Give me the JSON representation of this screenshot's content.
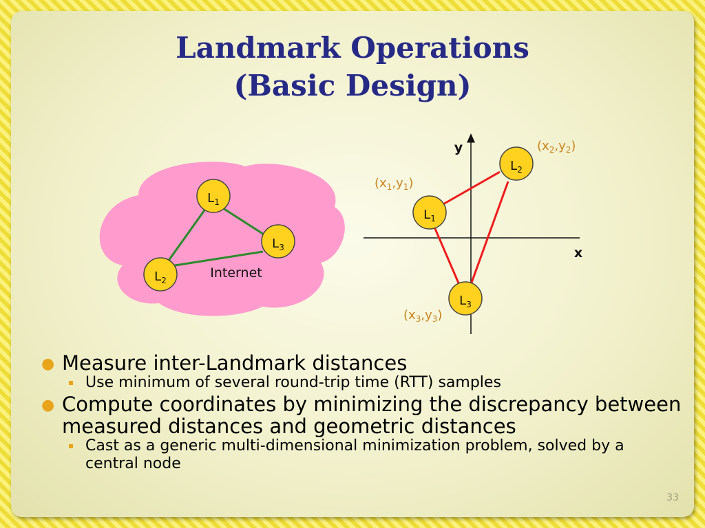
{
  "title": {
    "line1": "Landmark Operations",
    "line2": "(Basic Design)"
  },
  "internet_graph": {
    "cloud_label": "Internet",
    "nodes": [
      {
        "id": "L1",
        "base": "L",
        "sub": "1"
      },
      {
        "id": "L2",
        "base": "L",
        "sub": "2"
      },
      {
        "id": "L3",
        "base": "L",
        "sub": "3"
      }
    ],
    "edges": [
      [
        "L1",
        "L2"
      ],
      [
        "L1",
        "L3"
      ],
      [
        "L2",
        "L3"
      ]
    ]
  },
  "coordinate_plot": {
    "x_axis_label": "x",
    "y_axis_label": "y",
    "nodes": [
      {
        "id": "L1",
        "base": "L",
        "sub": "1",
        "coord_label": {
          "x": "x",
          "xsub": "1",
          "y": "y",
          "ysub": "1"
        }
      },
      {
        "id": "L2",
        "base": "L",
        "sub": "2",
        "coord_label": {
          "x": "x",
          "xsub": "2",
          "y": "y",
          "ysub": "2"
        }
      },
      {
        "id": "L3",
        "base": "L",
        "sub": "3",
        "coord_label": {
          "x": "x",
          "xsub": "3",
          "y": "y",
          "ysub": "3"
        }
      }
    ],
    "edges": [
      [
        "L1",
        "L2"
      ],
      [
        "L2",
        "L3"
      ],
      [
        "L1",
        "L3"
      ]
    ]
  },
  "bullets": [
    {
      "text": "Measure inter-Landmark distances",
      "subs": [
        "Use minimum of several round-trip time (RTT) samples"
      ]
    },
    {
      "text": "Compute coordinates by minimizing the discrepancy between measured distances and geometric distances",
      "subs": [
        "Cast as a generic multi-dimensional minimization problem, solved by a central node"
      ]
    }
  ],
  "slide_number": "33",
  "colors": {
    "title": "#262a86",
    "node_fill": "#ffd21f",
    "cloud": "#ff9ccd",
    "green_edge": "#2c8a2c",
    "red_edge": "#ee1c1c",
    "coord_label": "#c8841c",
    "bullet_marker": "#e8a51c"
  }
}
